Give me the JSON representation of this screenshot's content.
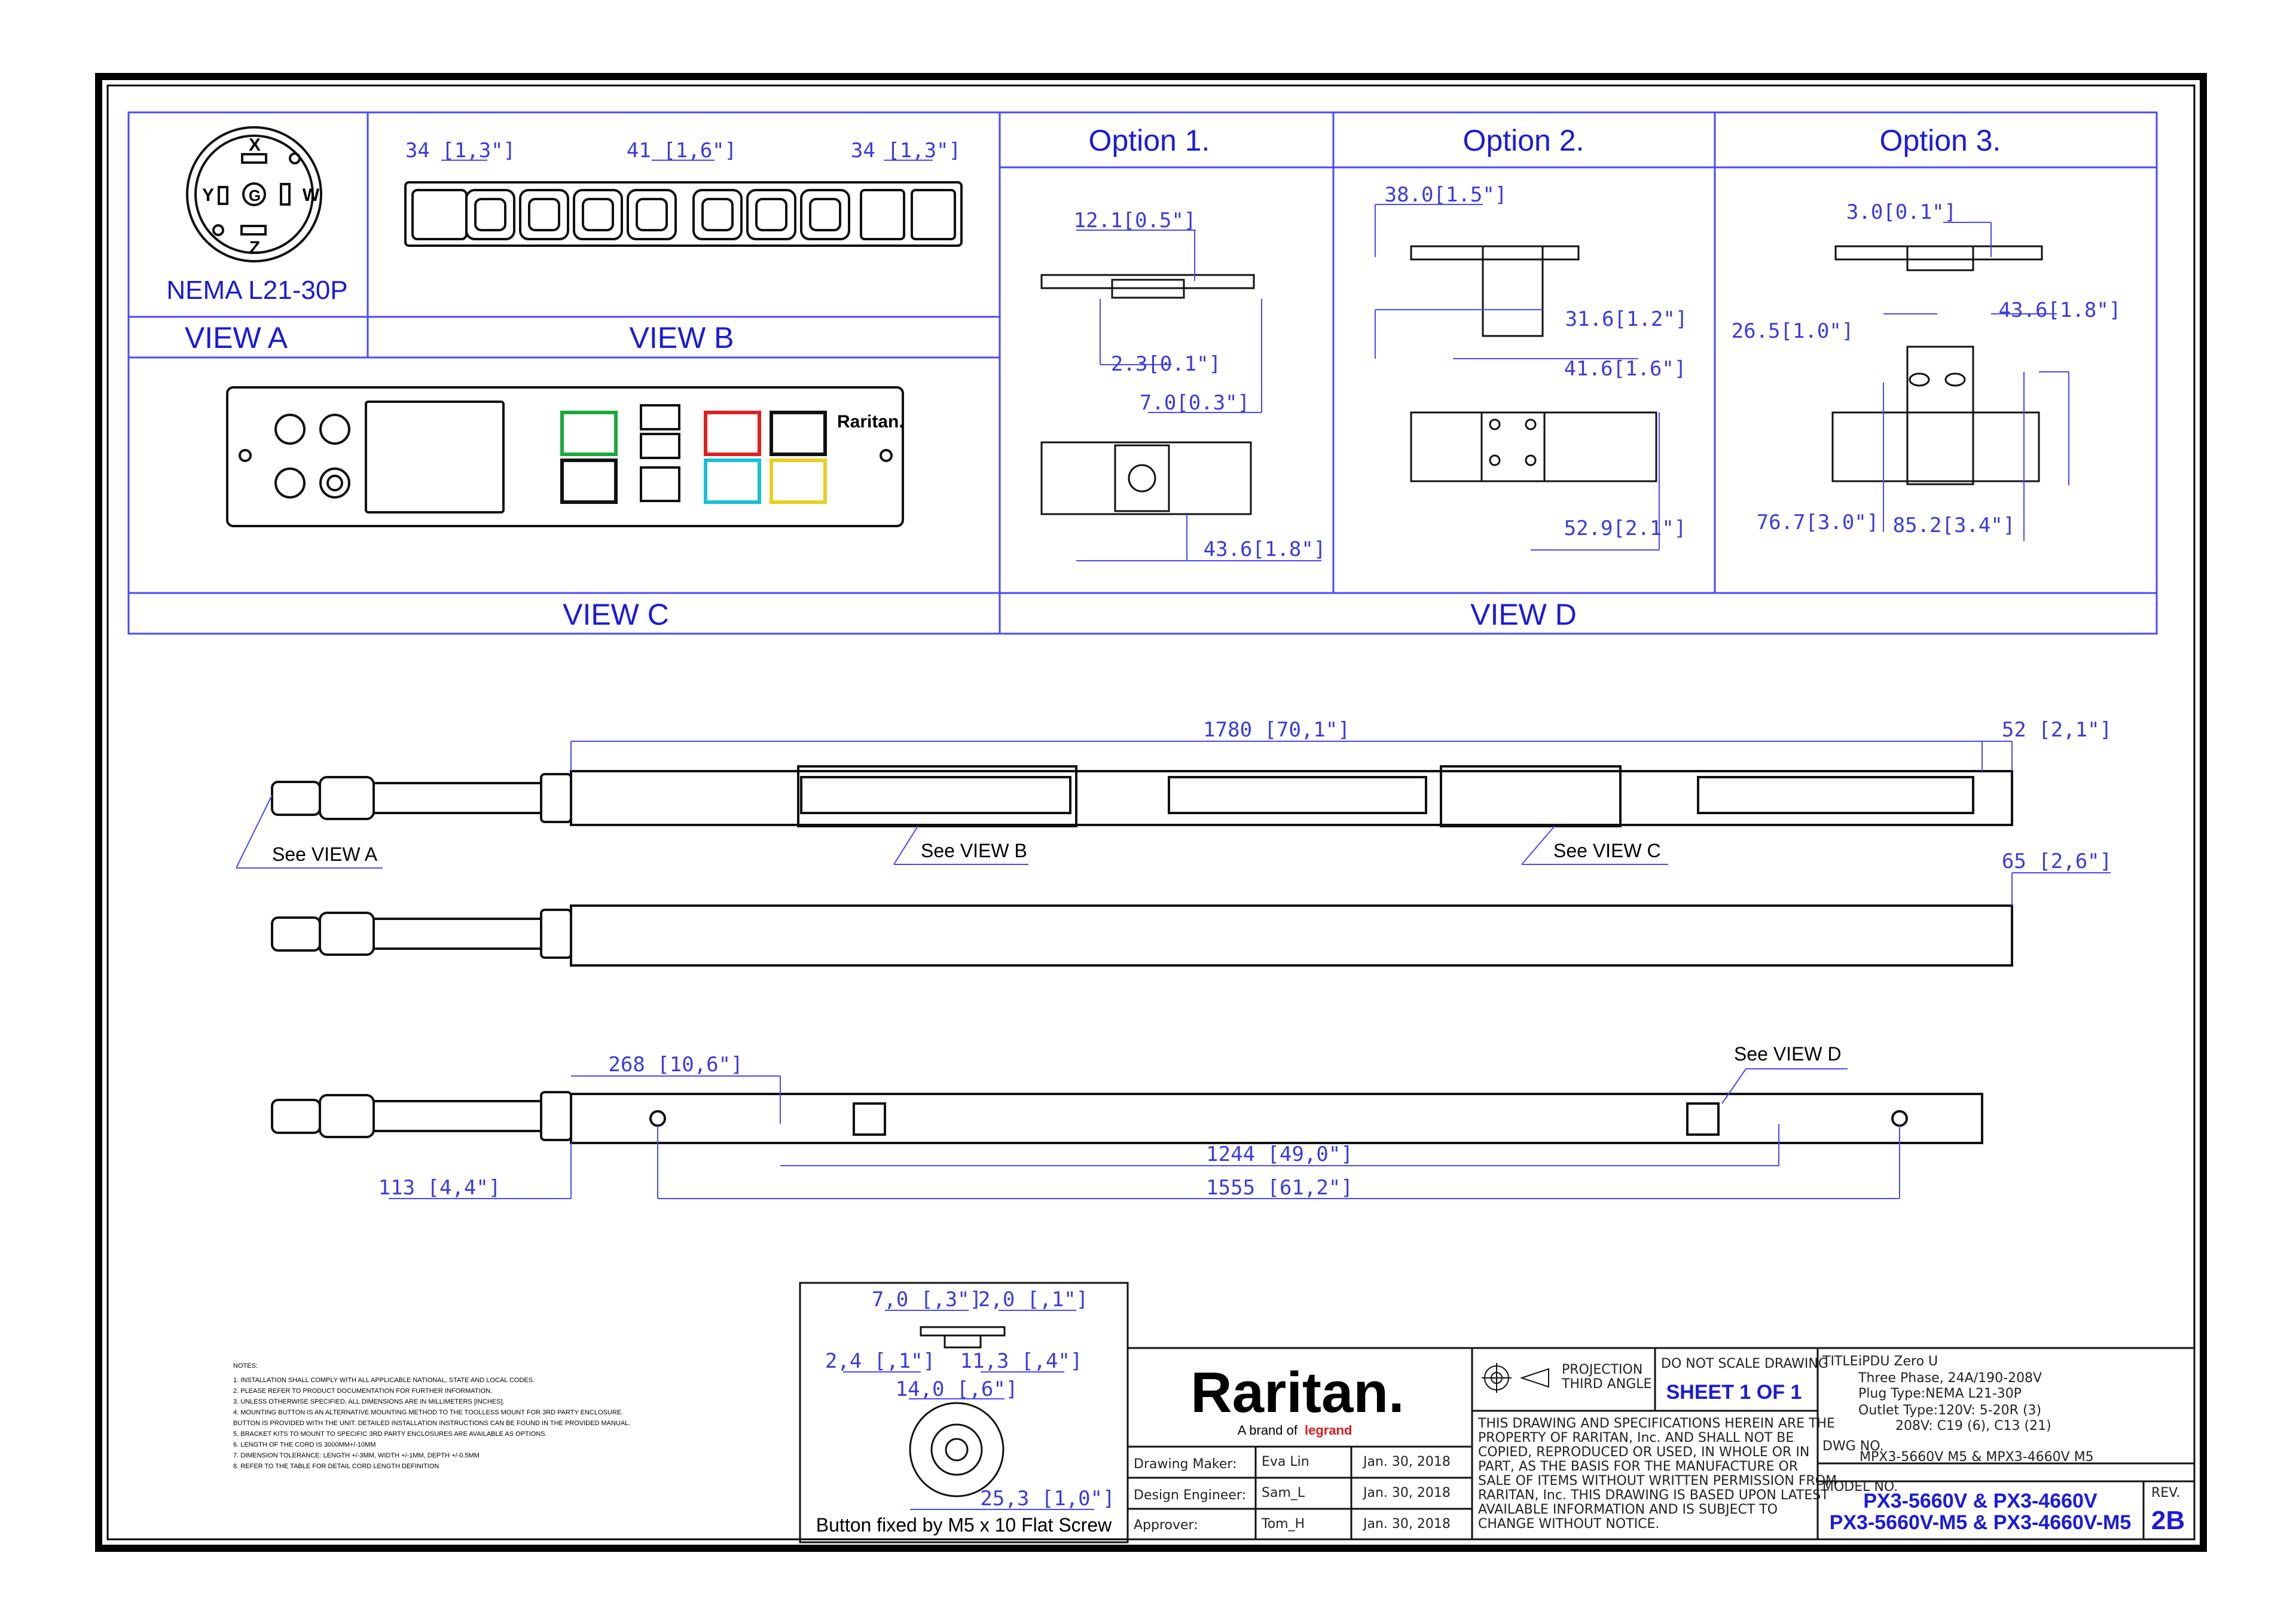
{
  "views": {
    "view_a": "VIEW A",
    "view_b": "VIEW B",
    "view_c": "VIEW C",
    "view_d": "VIEW D",
    "plug_label": "NEMA L21-30P",
    "plug_pins": [
      "X",
      "Y",
      "W",
      "Z",
      "G"
    ]
  },
  "view_b_dims": [
    "34 [1,3\"]",
    "41 [1,6\"]",
    "34 [1,3\"]"
  ],
  "options": {
    "opt1": {
      "title": "Option 1.",
      "dims": [
        "12.1[0.5\"]",
        "2.3[0.1\"]",
        "7.0[0.3\"]",
        "43.6[1.8\"]"
      ]
    },
    "opt2": {
      "title": "Option  2.",
      "dims": [
        "38.0[1.5\"]",
        "31.6[1.2\"]",
        "41.6[1.6\"]",
        "52.9[2.1\"]"
      ]
    },
    "opt3": {
      "title": "Option 3.",
      "dims": [
        "3.0[0.1\"]",
        "43.6[1.8\"]",
        "26.5[1.0\"]",
        "76.7[3.0\"]",
        "85.2[3.4\"]"
      ]
    }
  },
  "main_dims": {
    "length": "1780 [70,1\"]",
    "width": "52 [2,1\"]",
    "depth": "65 [2,6\"]",
    "d268": "268 [10,6\"]",
    "d1244": "1244 [49,0\"]",
    "d113": "113 [4,4\"]",
    "d1555": "1555 [61,2\"]"
  },
  "callouts": {
    "see_a": "See VIEW A",
    "see_b": "See VIEW B",
    "see_c": "See VIEW C",
    "see_d": "See VIEW D"
  },
  "button_detail": {
    "caption": "Button fixed by M5 x 10 Flat Screw",
    "dims": [
      "7,0 [,3\"]",
      "2,0 [,1\"]",
      "2,4 [,1\"]",
      "11,3 [,4\"]",
      "14,0 [,6\"]",
      "25,3 [1,0\"]"
    ]
  },
  "notes": {
    "heading": "NOTES:",
    "items": [
      "1. INSTALLATION SHALL COMPLY WITH ALL APPLICABLE NATIONAL, STATE AND LOCAL CODES.",
      "2. PLEASE REFER TO PRODUCT DOCUMENTATION FOR FURTHER INFORMATION.",
      "3. UNLESS OTHERWISE SPECIFIED, ALL DIMENSIONS ARE IN MILLIMETERS [INCHES].",
      "4. MOUNTING BUTTON IS AN ALTERNATIVE MOUNTING METHOD TO THE TOOLLESS MOUNT FOR 3RD PARTY ENCLOSURE.",
      "   BUTTON IS PROVIDED WITH THE UNIT. DETAILED INSTALLATION INSTRUCTIONS CAN BE FOUND IN THE PROVIDED MANUAL.",
      "5. BRACKET KITS TO MOUNT TO SPECIFIC 3RD PARTY ENCLOSURES ARE AVAILABLE AS OPTIONS.",
      "6. LENGTH OF THE CORD IS 3000MM+/-10MM",
      "7. DIMENSION TOLERANCE: LENGTH +/-3MM, WIDTH +/-1MM, DEPTH +/-0.5MM",
      "8. REFER TO THE TABLE FOR DETAIL CORD LENGTH DEFINITION"
    ]
  },
  "title_block": {
    "logo": "Raritan.",
    "brand_line": "A brand of",
    "brand_name": "legrand",
    "rows": [
      {
        "role": "Drawing Maker:",
        "name": "Eva Lin",
        "date": "Jan. 30, 2018"
      },
      {
        "role": "Design Engineer:",
        "name": "Sam_L",
        "date": "Jan. 30, 2018"
      },
      {
        "role": "Approver:",
        "name": "Tom_H",
        "date": "Jan. 30, 2018"
      }
    ],
    "projection": [
      "PROJECTION",
      "THIRD ANGLE"
    ],
    "do_not_scale": "DO NOT SCALE DRAWING",
    "sheet": "SHEET 1 OF 1",
    "disclaimer": [
      "THIS DRAWING AND SPECIFICATIONS HEREIN ARE THE",
      "PROPERTY OF RARITAN, Inc. AND SHALL NOT BE",
      "COPIED, REPRODUCED OR USED, IN WHOLE OR IN",
      "PART, AS THE BASIS FOR THE MANUFACTURE OR",
      "SALE OF ITEMS WITHOUT WRITTEN PERMISSION FROM",
      "RARITAN, Inc. THIS DRAWING IS BASED UPON LATEST",
      "AVAILABLE INFORMATION AND IS SUBJECT TO",
      "CHANGE WITHOUT NOTICE."
    ],
    "title_label": "TITLE:",
    "title_lines": [
      "iPDU Zero U",
      "Three Phase, 24A/190-208V",
      "Plug Type:NEMA L21-30P",
      "Outlet Type:120V: 5-20R (3)",
      "208V: C19 (6), C13 (21)"
    ],
    "dwg_label": "DWG NO.",
    "dwg_no": "MPX3-5660V M5 & MPX3-4660V M5",
    "model_label": "MODEL NO.",
    "models": [
      "PX3-5660V & PX3-4660V",
      "PX3-5660V-M5 & PX3-4660V-M5"
    ],
    "rev_label": "REV.",
    "rev": "2B"
  },
  "colors": {
    "ink": "#1a1adc",
    "line": "#4848ff",
    "frame": "#000000",
    "device": "#111111"
  }
}
